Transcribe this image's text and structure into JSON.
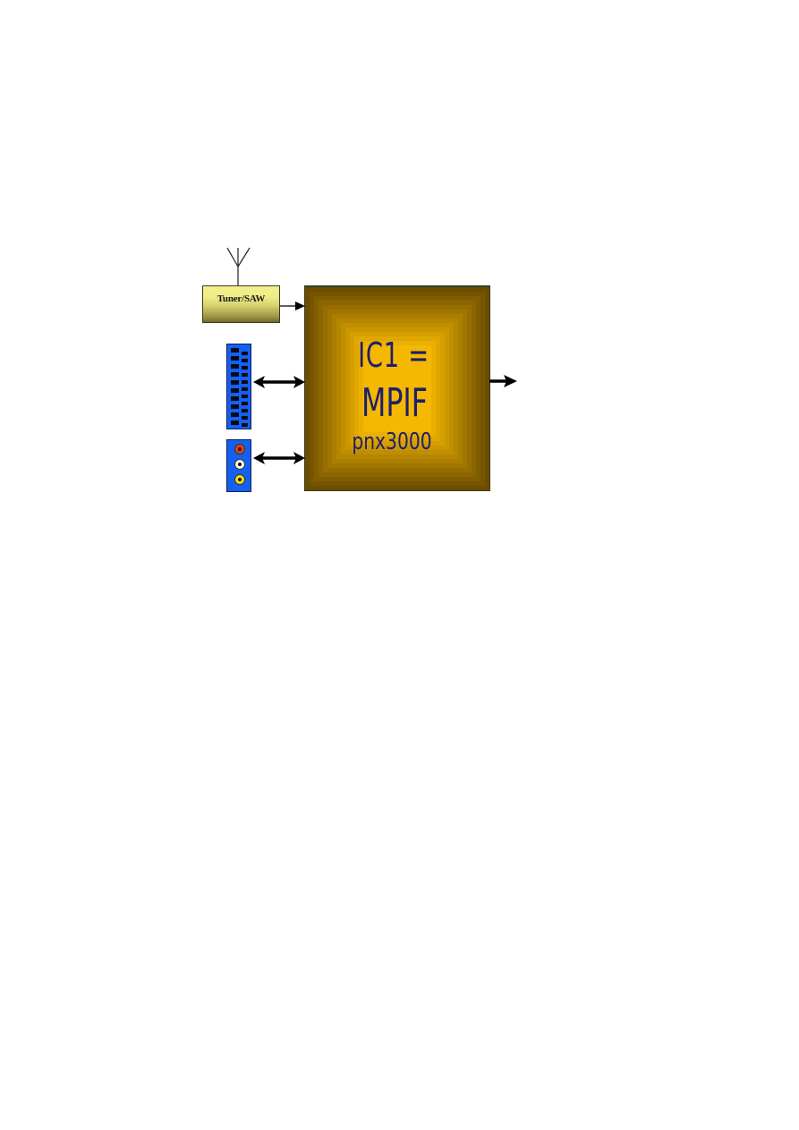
{
  "diagram": {
    "type": "block-diagram",
    "antenna": {
      "icon": "antenna-icon"
    },
    "tuner": {
      "label": "Tuner/SAW",
      "colors": {
        "top": "#f4f08a",
        "bottom": "#6e6a2c"
      }
    },
    "ic": {
      "line1": "IC1 =",
      "line2": "MPIF",
      "line3": "pnx3000",
      "colors": {
        "edge": "#6b4c00",
        "center": "#f5b800",
        "text": "#1c1f6e"
      }
    },
    "scart_connector": {
      "icon": "scart-connector-icon",
      "color": "#1460f0",
      "left_pads": 10,
      "right_pads": 11
    },
    "rca_connector": {
      "icon": "rca-jacks-icon",
      "color": "#1460f0",
      "jacks": [
        "#e8400c",
        "#ffffff",
        "#f8e000"
      ]
    },
    "connections": [
      {
        "from": "tuner",
        "to": "ic",
        "type": "single-arrow"
      },
      {
        "from": "scart_connector",
        "to": "ic",
        "type": "double-arrow"
      },
      {
        "from": "rca_connector",
        "to": "ic",
        "type": "double-arrow"
      },
      {
        "from": "ic",
        "to": "output",
        "type": "single-arrow"
      }
    ]
  }
}
